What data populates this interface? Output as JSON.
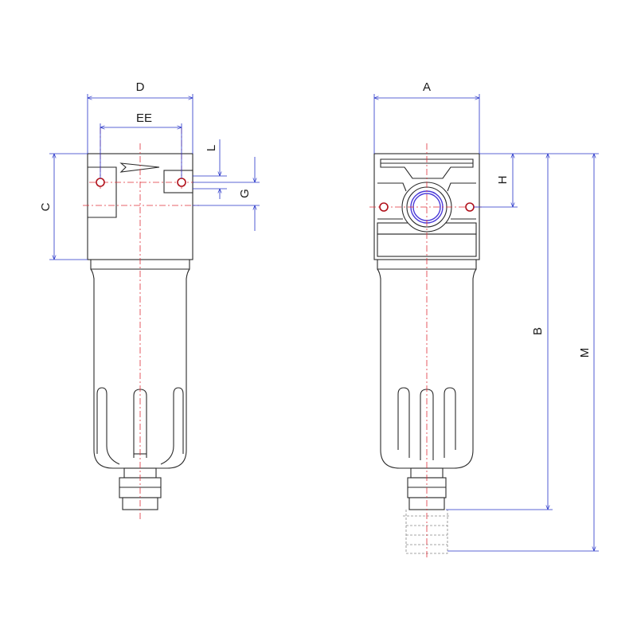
{
  "dimension_labels": {
    "D": "D",
    "EE": "EE",
    "L": "L",
    "G": "G",
    "C": "C",
    "A": "A",
    "H": "H",
    "B": "B",
    "M": "M"
  },
  "colors": {
    "outline": "#2a2a2a",
    "dimension": "#2432c8",
    "centerline": "#e0303a",
    "mounting_hole": "#b0101a",
    "port_ring": "#4a3ad8"
  }
}
